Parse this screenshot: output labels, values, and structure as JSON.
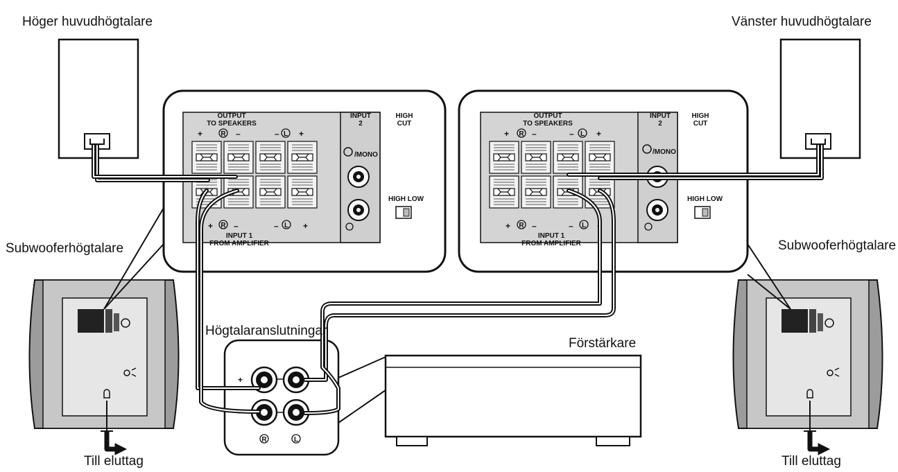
{
  "labels": {
    "right_main_speaker": "Höger huvudhögtalare",
    "left_main_speaker": "Vänster huvudhögtalare",
    "subwoofer_left": "Subwooferhögtalare",
    "subwoofer_right": "Subwooferhögtalare",
    "speaker_terminals": "Högtalaranslutningar",
    "amplifier": "Förstärkare",
    "outlet_left": "Till eluttag",
    "outlet_right": "Till eluttag"
  },
  "panel": {
    "output_title_1": "OUTPUT",
    "output_title_2": "TO SPEAKERS",
    "input2_title_1": "INPUT",
    "input2_title_2": "2",
    "highcut_title_1": "HIGH",
    "highcut_title_2": "CUT",
    "mono_label": "/MONO",
    "high_low_label": "HIGH LOW",
    "input1_title_1": "INPUT 1",
    "input1_title_2": "FROM AMPLIFIER",
    "plus": "+",
    "minus": "–",
    "r_mark": "R",
    "l_mark": "L"
  }
}
